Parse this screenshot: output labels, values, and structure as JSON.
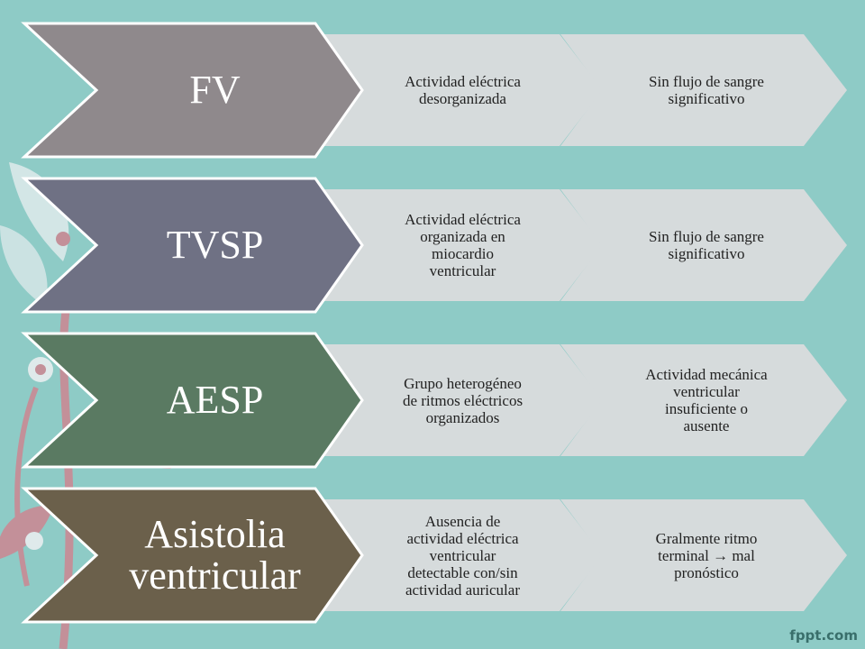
{
  "rows": [
    {
      "title": [
        "FV"
      ],
      "title_color": "#8f898c",
      "cells": [
        [
          "Actividad eléctrica",
          "desorganizada"
        ],
        [
          "Sin flujo de sangre",
          "significativo"
        ]
      ]
    },
    {
      "title": [
        "TVSP"
      ],
      "title_color": "#6f7184",
      "cells": [
        [
          "Actividad eléctrica",
          "organizada en",
          "miocardio",
          "ventricular"
        ],
        [
          "Sin flujo de sangre",
          "significativo"
        ]
      ]
    },
    {
      "title": [
        "AESP"
      ],
      "title_color": "#5a7a62",
      "cells": [
        [
          "Grupo heterogéneo",
          "de ritmos eléctricos",
          "organizados"
        ],
        [
          "Actividad mecánica",
          "ventricular",
          "insuficiente o",
          "ausente"
        ]
      ]
    },
    {
      "title": [
        "Asistolia",
        "ventricular"
      ],
      "title_color": "#6b604b",
      "cells": [
        [
          "Ausencia de",
          "actividad eléctrica",
          "ventricular",
          "detectable con/sin",
          "actividad auricular"
        ],
        [
          "Gralmente ritmo",
          "terminal → mal",
          "pronóstico"
        ]
      ]
    }
  ],
  "colors": {
    "background": "#8ecbc6",
    "chevron_light": "#d6dbdc",
    "border": "#ffffff"
  },
  "watermark": "fppt.com"
}
